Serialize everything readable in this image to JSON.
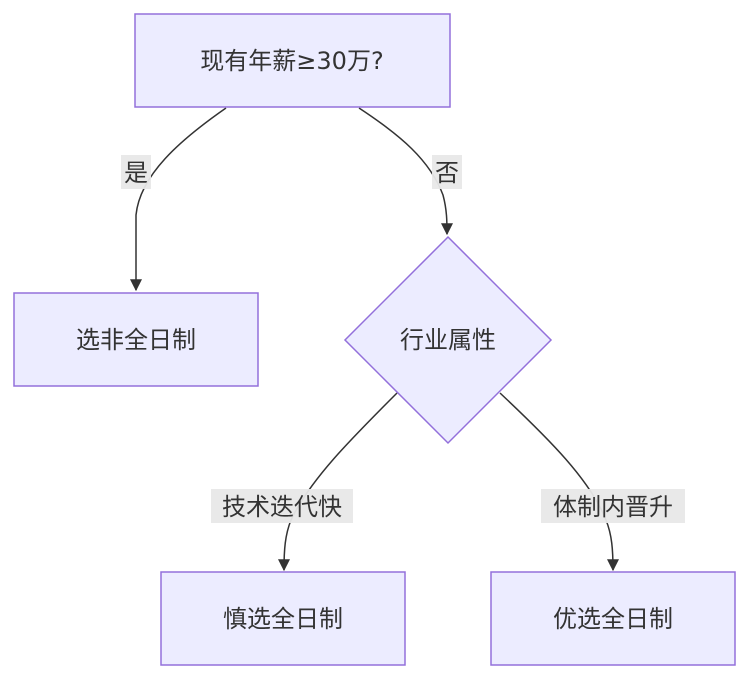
{
  "nodes": {
    "salary_check": "现有年薪≥30万?",
    "non_fulltime": "选非全日制",
    "industry_type": "行业属性",
    "cautious_fulltime": "慎选全日制",
    "preferred_fulltime": "优选全日制"
  },
  "edges": {
    "yes": "是",
    "no": "否",
    "tech_fast": "技术迭代快",
    "system_promotion": "体制内晋升"
  },
  "colors": {
    "node_fill": "#ECECFF",
    "node_stroke": "#9370DB",
    "edge": "#333333",
    "label_bg": "#e8e8e8",
    "text": "#333333"
  }
}
